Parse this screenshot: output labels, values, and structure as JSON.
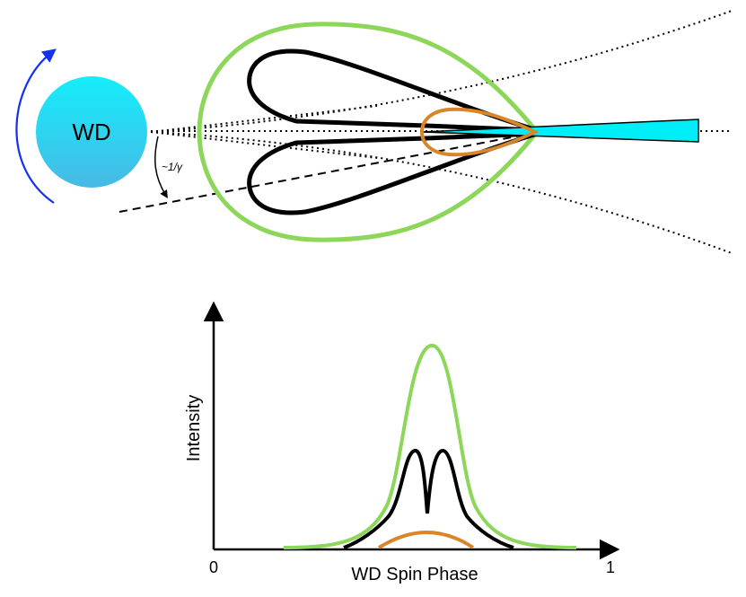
{
  "diagram": {
    "wd_label": "WD",
    "angle_label": "~1/γ",
    "colors": {
      "white_dwarf_top": "#14eefb",
      "white_dwarf_bottom": "#47b9e5",
      "spin_arrow": "#1430f0",
      "outer_lobe": "#8cd65a",
      "middle_lobe": "#000000",
      "inner_lobe": "#d9862a",
      "beam": "#00eef8"
    }
  },
  "plot": {
    "ylabel": "Intensity",
    "xlabel": "WD Spin Phase",
    "x_tick_start": "0",
    "x_tick_end": "1"
  }
}
